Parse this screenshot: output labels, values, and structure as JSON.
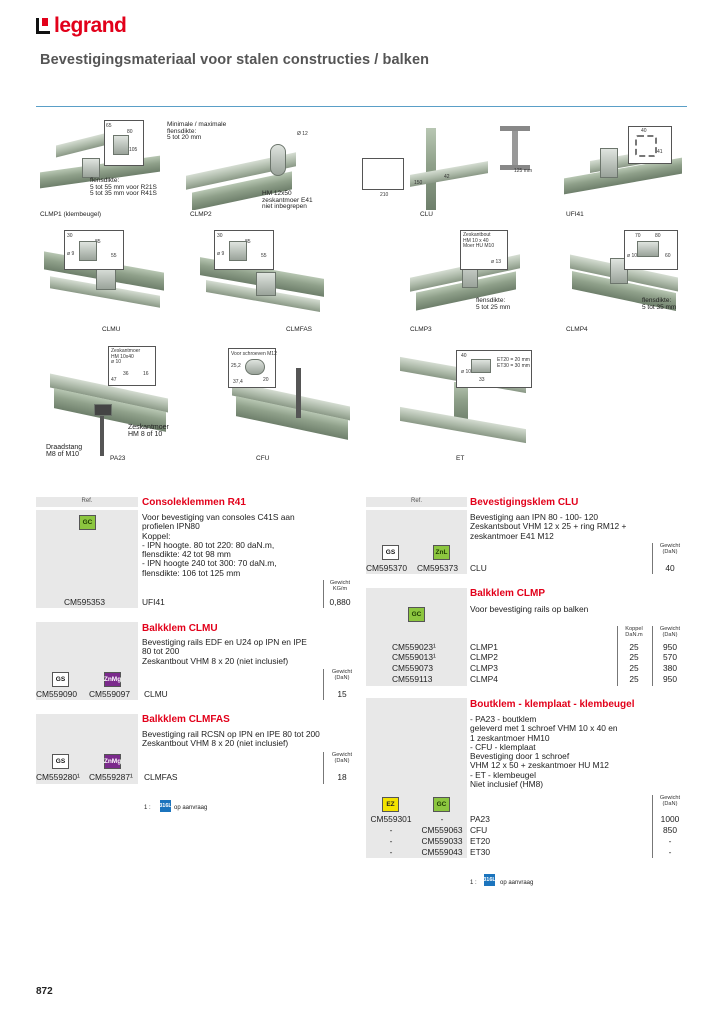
{
  "header": {
    "brand": "legrand",
    "title": "Bevestigingsmateriaal voor stalen constructies / balken"
  },
  "figures": {
    "clmp1": {
      "caption": "CLMP1 (klembeugel)",
      "note": "flensdikte:\n5 tot 55 mm voor R21S\n5 tot 35 mm voor R41S",
      "dims": [
        "65",
        "80",
        "105"
      ]
    },
    "clmp2": {
      "caption": "CLMP2",
      "note_top": "Minimale / maximale\nflensdikte:\n5 tot 20 mm",
      "note_bottom": "HM 12x50\nzeskantmoer E41\nniet inbegrepen",
      "dims": [
        "Ø 12"
      ]
    },
    "clu": {
      "caption": "CLU",
      "dims": [
        "210",
        "150",
        "125 mm",
        "42"
      ]
    },
    "ufi41": {
      "caption": "UFI41",
      "dims": [
        "40",
        "41"
      ]
    },
    "clmu": {
      "caption": "CLMU",
      "dims": [
        "30",
        "85",
        "55",
        "ø 9"
      ]
    },
    "clmfas": {
      "caption": "CLMFAS",
      "dims": [
        "30",
        "85",
        "55",
        "ø 9"
      ]
    },
    "clmp3": {
      "caption": "CLMP3",
      "note": "flensdikte:\n5 tot 25 mm",
      "dims": [
        "Zeskantbout\nHM 10 x 40\nMoer HU M10",
        "ø 13"
      ]
    },
    "clmp4": {
      "caption": "CLMP4",
      "note": "flensdikte:\n5 tot 35 mm",
      "dims": [
        "70",
        "80",
        "ø 10",
        "60"
      ]
    },
    "pa23": {
      "caption": "PA23",
      "note1": "Zeskantmoer\nHM 8 of 10",
      "note2": "Draadstang\nM8 of M10",
      "dims": [
        "Zeskantmoer\nHM 10x40\nø 10",
        "36",
        "47",
        "16"
      ]
    },
    "cfu": {
      "caption": "CFU",
      "dims": [
        "Voor schroeven M12",
        "25,2",
        "37,4",
        "20"
      ]
    },
    "et": {
      "caption": "ET",
      "dims": [
        "ET20 = 20 mm\nET30 = 30 mm",
        "40",
        "ø 10",
        "33"
      ]
    }
  },
  "sections": {
    "ref_label": "Ref.",
    "consoleklemmen": {
      "title": "Consoleklemmen R41",
      "badge": "GC",
      "desc": "Voor bevestiging van consoles C41S aan\nprofielen IPN80\nKoppel:\n- IPN hoogte. 80 tot 220: 80 daN.m,\nflensdikte: 42 tot 98 mm\n- IPN hoogte 240 tot 300: 70 daN.m,\nflensdikte: 106 tot 125 mm",
      "col_head": "Gewicht\nKG/m",
      "rows": [
        {
          "ref": "CM595353",
          "name": "UFI41",
          "value": "0,880"
        }
      ]
    },
    "clmu": {
      "title": "Balkklem CLMU",
      "badges": [
        "GS",
        "ZnMg"
      ],
      "desc": "Bevestiging rails EDF en U24 op IPN en IPE\n80 tot 200\nZeskantbout VHM 8 x 20 (niet inclusief)",
      "col_head": "Gewicht\n(DaN)",
      "rows": [
        {
          "ref1": "CM559090",
          "ref2": "CM559097",
          "name": "CLMU",
          "value": "15"
        }
      ]
    },
    "clmfas": {
      "title": "Balkklem CLMFAS",
      "badges": [
        "GS",
        "ZnMg"
      ],
      "desc": "Bevestiging rail RCSN op IPN en IPE 80 tot 200\nZeskantbout VHM 8 x 20 (niet inclusief)",
      "col_head": "Gewicht\n(DaN)",
      "rows": [
        {
          "ref1": "CM559280¹",
          "ref2": "CM559287¹",
          "name": "CLMFAS",
          "value": "18"
        }
      ]
    },
    "clu": {
      "title": "Bevestigingsklem CLU",
      "badges": [
        "GS",
        "ZnL"
      ],
      "desc": "Bevestiging aan IPN 80 - 100- 120\nZeskantsbout VHM 12 x 25 + ring RM12 +\nzeskantmoer E41 M12",
      "col_head": "Gewicht\n(DaN)",
      "rows": [
        {
          "ref1": "CM595370",
          "ref2": "CM595373",
          "name": "CLU",
          "value": "40"
        }
      ]
    },
    "clmp": {
      "title": "Balkklem CLMP",
      "badge": "GC",
      "desc": "Voor bevestiging rails op balken",
      "col_head1": "Koppel\nDaN.m",
      "col_head2": "Gewicht\n(DaN)",
      "rows": [
        {
          "ref": "CM559023¹",
          "name": "CLMP1",
          "koppel": "25",
          "value": "950"
        },
        {
          "ref": "CM559013¹",
          "name": "CLMP2",
          "koppel": "25",
          "value": "570"
        },
        {
          "ref": "CM559073",
          "name": "CLMP3",
          "koppel": "25",
          "value": "380"
        },
        {
          "ref": "CM559113",
          "name": "CLMP4",
          "koppel": "25",
          "value": "950"
        }
      ]
    },
    "boutklem": {
      "title": "Boutklem - klemplaat - klembeugel",
      "badges": [
        "EZ",
        "GC"
      ],
      "desc": "- PA23 - boutklem\ngeleverd met 1 schroef VHM 10 x 40 en\n1 zeskantmoer HM10\n- CFU - klemplaat\nBevestiging door 1 schroef\nVHM 12 x 50 + zeskantmoer HU M12\n- ET - klembeugel\nNiet inclusief (HM8)",
      "col_head": "Gewicht\n(DaN)",
      "rows": [
        {
          "ref1": "CM559301",
          "ref2": "-",
          "name": "PA23",
          "value": "1000"
        },
        {
          "ref1": "-",
          "ref2": "CM559063",
          "name": "CFU",
          "value": "850"
        },
        {
          "ref1": "-",
          "ref2": "CM559033",
          "name": "ET20",
          "value": "-"
        },
        {
          "ref1": "-",
          "ref2": "CM559043",
          "name": "ET30",
          "value": "-"
        }
      ]
    },
    "footnote": {
      "prefix": "1 :",
      "badge": "316L",
      "text": "op aanvraag"
    }
  },
  "page": {
    "number": "872"
  },
  "colors": {
    "brand": "#e2001a",
    "rule": "#5a9fc7",
    "gc": "#8cc63f",
    "znmg": "#7b2a8c",
    "ez": "#f3e300",
    "inox": "#1b74bd"
  }
}
